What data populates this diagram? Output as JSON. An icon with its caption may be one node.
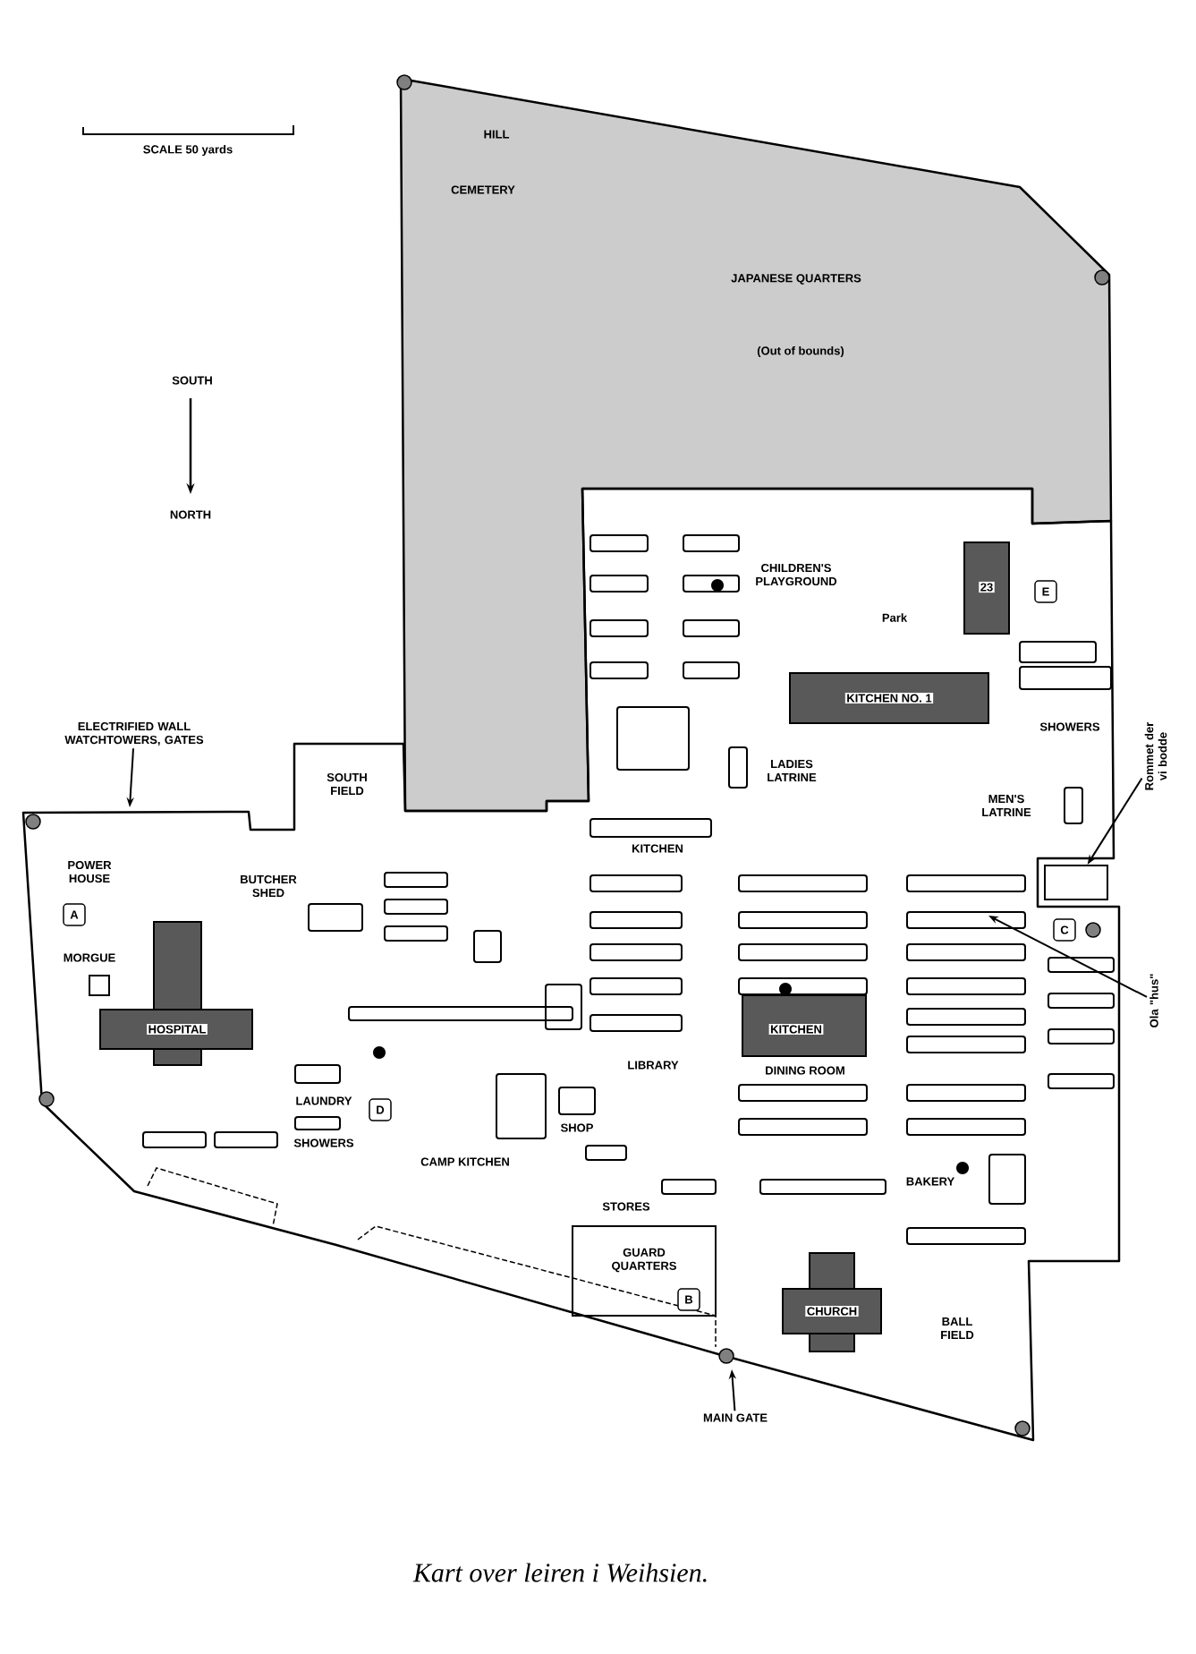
{
  "diagram": {
    "caption": "Kart over leiren i Weihsien.",
    "nodes": [
      {
        "text": [
          "ELECTRIFIED WALL WATCHTOWERS, GATES"
        ]
      },
      {
        "text": [
          "Rommet der vi bodde"
        ]
      },
      {
        "text": [
          "Ola \"hus\""
        ]
      },
      {
        "text": [
          "MAIN GATE"
        ]
      },
      {
        "text": [],
        "shape": "box"
      }
    ],
    "edges": [
      {
        "from": 0,
        "to": null,
        "arrow": "to"
      },
      {
        "from": 1,
        "to": 4,
        "arrow": "to"
      },
      {
        "from": 2,
        "to": null,
        "arrow": "to"
      },
      {
        "from": 3,
        "to": null,
        "arrow": "to"
      }
    ],
    "labels": [
      "SCALE 50 yards",
      "SOUTH",
      "NORTH",
      "HILL",
      "CEMETERY",
      "JAPANESE QUARTERS",
      "(Out of bounds)",
      "SOUTH FIELD",
      "POWER HOUSE",
      "A",
      "MORGUE",
      "BUTCHER SHED",
      "HOSPITAL",
      "CHILDREN'S PLAYGROUND",
      "Park",
      "23",
      "E",
      "KITCHEN NO. 1",
      "SHOWERS",
      "LADIES LATRINE",
      "MEN'S LATRINE",
      "KITCHEN",
      "C",
      "KITCHEN",
      "DINING ROOM",
      "LIBRARY",
      "LAUNDRY",
      "D",
      "SHOWERS",
      "CAMP KITCHEN",
      "SHOP",
      "STORES",
      "BAKERY",
      "GUARD QUARTERS",
      "B",
      "CHURCH",
      "BALL FIELD"
    ]
  }
}
